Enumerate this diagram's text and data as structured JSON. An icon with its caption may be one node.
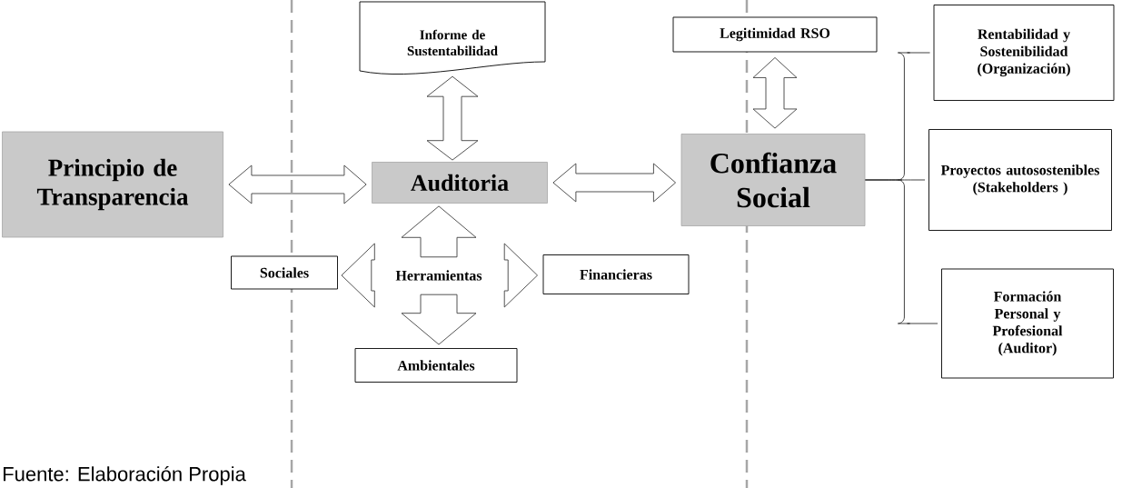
{
  "diagram": {
    "caption": "Fuente: Elaboración Propia",
    "nodes": [
      {
        "text": [
          "Principio de Transparencia"
        ]
      },
      {
        "text": [
          "Informe de Sustentabilidad"
        ]
      },
      {
        "text": [
          "Auditoria"
        ]
      },
      {
        "text": [
          "Legitimidad RSO"
        ]
      },
      {
        "text": [
          "Confianza Social"
        ]
      },
      {
        "text": [
          "Rentabilidad y Sostenibilidad (Organización)"
        ]
      },
      {
        "text": [
          "Proyectos autosostenibles (Stakeholders )"
        ]
      },
      {
        "text": [
          "Formación Personal y Profesional (Auditor)"
        ]
      },
      {
        "text": [
          "Herramientas"
        ]
      },
      {
        "text": [
          "Sociales"
        ]
      },
      {
        "text": [
          "Financieras"
        ]
      },
      {
        "text": [
          "Ambientales"
        ]
      }
    ],
    "edges": [
      {
        "from": 0,
        "to": 2,
        "arrow": "both"
      },
      {
        "from": 1,
        "to": 2,
        "arrow": "both"
      },
      {
        "from": 2,
        "to": 4,
        "arrow": "both"
      },
      {
        "from": 3,
        "to": 4,
        "arrow": "both"
      },
      {
        "from": 8,
        "to": 2,
        "arrow": "to"
      },
      {
        "from": 8,
        "to": 9,
        "arrow": "to"
      },
      {
        "from": 8,
        "to": 10,
        "arrow": "to"
      },
      {
        "from": 8,
        "to": 11,
        "arrow": "to"
      },
      {
        "from": 4,
        "to": 5,
        "arrow": "none"
      },
      {
        "from": 4,
        "to": 6,
        "arrow": "none"
      },
      {
        "from": 4,
        "to": 7,
        "arrow": "none"
      }
    ]
  }
}
